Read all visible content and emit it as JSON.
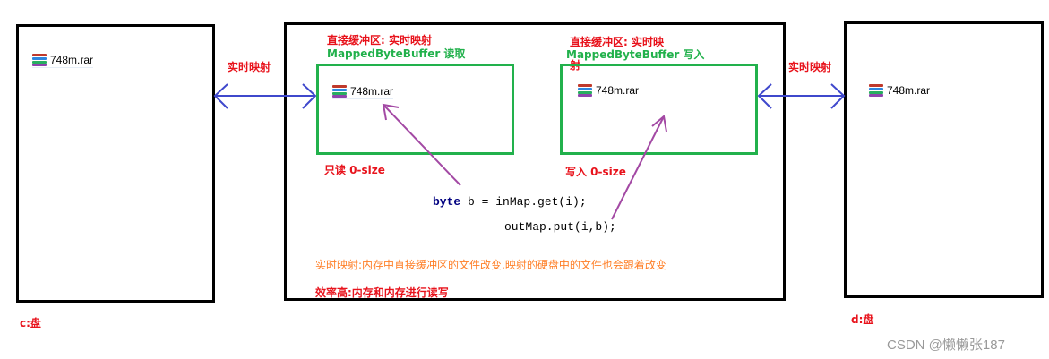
{
  "left_disk": {
    "file": "748m.rar",
    "label": "c:盘"
  },
  "right_disk": {
    "file": "748m.rar",
    "label": "d:盘"
  },
  "arrow_labels": {
    "left": "实时映射",
    "right": "实时映射"
  },
  "read_buffer": {
    "title": "直接缓冲区: 实时映射",
    "subtitle": "MappedByteBuffer 读取",
    "file": "748m.rar",
    "note": "只读 0-size"
  },
  "write_buffer": {
    "title_line1": "直接缓冲区: 实时映",
    "title_line2": "射",
    "subtitle": "MappedByteBuffer 写入",
    "file": "748m.rar",
    "note": "写入 0-size"
  },
  "code": {
    "line1_kw": "byte",
    "line1_rest": " b = inMap.get(i);",
    "line2": "outMap.put(i,b);"
  },
  "notes": {
    "realtime": "实时映射:内存中直接缓冲区的文件改变,映射的硬盘中的文件也会跟着改变",
    "efficiency": "效率高:内存和内存进行读写"
  },
  "watermark": "CSDN @懒懒张187",
  "colors": {
    "red": "#e8131c",
    "green": "#22b14c",
    "orange": "#ff7f27",
    "arrow_blue": "#3f48cc",
    "arrow_purple": "#a349a4"
  },
  "icons": [
    "rar-archive-icon"
  ]
}
